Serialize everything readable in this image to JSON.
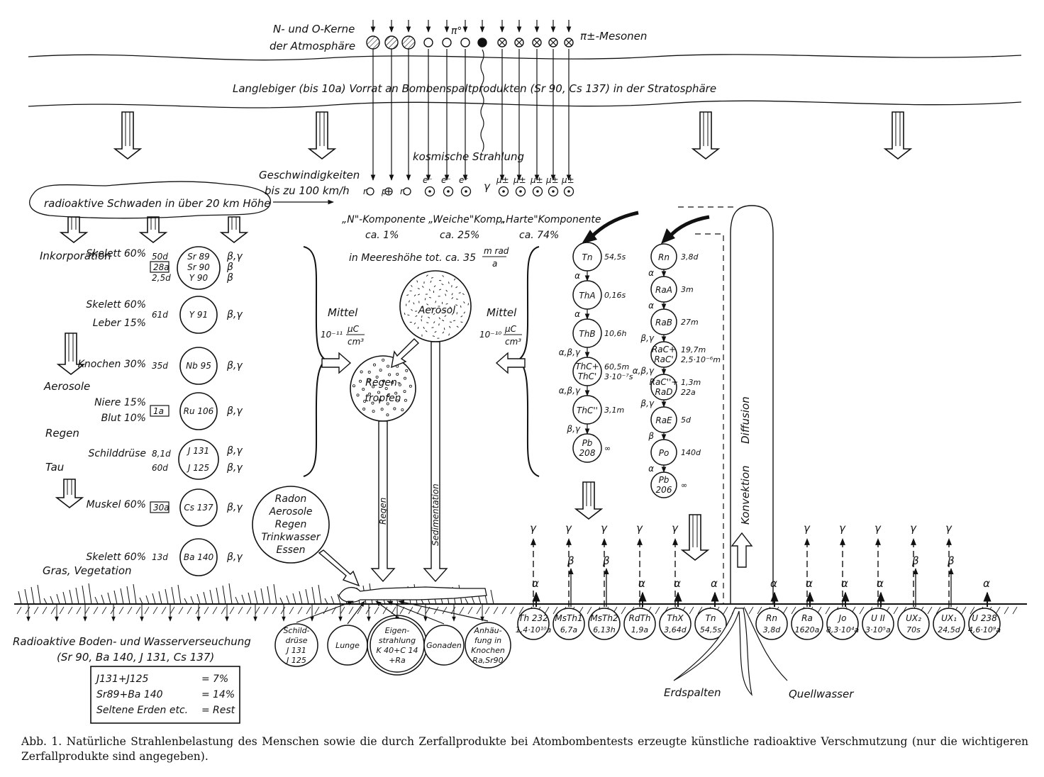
{
  "top": {
    "nuclei_line1": "N- und O-Kerne",
    "nuclei_line2": "der Atmosphäre",
    "pi0": "π°",
    "mesons": "π±-Mesonen",
    "stratosphere": "Langlebiger (bis 10a) Vorrat an Bombenspaltprodukten (Sr 90, Cs 137) in der Stratosphäre",
    "cosmic": "kosmische Strahlung",
    "speed_line1": "Geschwindigkeiten",
    "speed_line2": "bis zu 100 km/h",
    "cloud": "radioaktive Schwaden in über 20 km Höhe",
    "particles": [
      "n",
      "p",
      "n",
      "e⁻",
      "e⁻",
      "e⁺",
      "γ",
      "μ±",
      "μ±",
      "μ±",
      "μ±",
      "μ±"
    ],
    "components": [
      {
        "name": "„N\"-Komponente",
        "share": "ca. 1%"
      },
      {
        "name": "„Weiche\"Komp.",
        "share": "ca. 25%"
      },
      {
        "name": "„Harte\"Komponente",
        "share": "ca. 74%"
      }
    ],
    "sea_level": "in Meereshöhe tot. ca. 35",
    "sea_unit_top": "m rad",
    "sea_unit_bottom": "a"
  },
  "left": {
    "labels": [
      "Inkorporation",
      "Aerosole",
      "Regen",
      "Tau",
      "Gras, Vegetation"
    ],
    "organs": [
      {
        "organ": "Skelett 60%",
        "time": "50d",
        "box": "28a",
        "time2": "2,5d",
        "isotopes": [
          "Sr 89",
          "Sr 90",
          "Y 90"
        ],
        "rays": [
          "β,γ",
          "β",
          "β"
        ]
      },
      {
        "organ": "Skelett 60%",
        "organ2": "Leber 15%",
        "time": "61d",
        "isotopes": [
          "Y 91"
        ],
        "rays": [
          "β,γ"
        ]
      },
      {
        "organ": "Knochen 30%",
        "time": "35d",
        "isotopes": [
          "Nb 95"
        ],
        "rays": [
          "β,γ"
        ]
      },
      {
        "organ": "Niere 15%",
        "organ2": "Blut 10%",
        "box": "1a",
        "isotopes": [
          "Ru 106"
        ],
        "rays": [
          "β,γ"
        ]
      },
      {
        "organ": "Schilddrüse",
        "time": "8,1d",
        "time2": "60d",
        "isotopes": [
          "J 131",
          "J 125"
        ],
        "rays": [
          "β,γ",
          "β,γ"
        ]
      },
      {
        "organ": "Muskel 60%",
        "box": "30a",
        "isotopes": [
          "Cs 137"
        ],
        "rays": [
          "β,γ"
        ]
      },
      {
        "organ": "Skelett 60%",
        "time": "13d",
        "isotopes": [
          "Ba 140"
        ],
        "rays": [
          "β,γ"
        ]
      }
    ],
    "contamination_line1": "Radioaktive Boden- und Wasserverseuchung",
    "contamination_line2": "(Sr 90, Ba 140, J 131, Cs 137)",
    "table": [
      {
        "label": "J131+J125",
        "eq": "=",
        "value": "7%"
      },
      {
        "label": "Sr89+Ba 140",
        "eq": "=",
        "value": "14%"
      },
      {
        "label": "Seltene Erden etc.",
        "eq": "=",
        "value": "Rest"
      }
    ]
  },
  "center": {
    "mittel": "Mittel",
    "mittel_left_value": "10⁻¹¹",
    "mittel_right_value": "10⁻¹⁰",
    "unit_top": "μC",
    "unit_bottom": "cm³",
    "aerosol": "Aerosol",
    "rain_line1": "Regen-",
    "rain_line2": "tropfen",
    "regen": "Regen",
    "sedimentation": "Sedimentation",
    "sources": [
      "Radon",
      "Aerosole",
      "Regen",
      "Trinkwasser",
      "Essen"
    ],
    "body_circles": [
      {
        "lines": [
          "Schild-",
          "drüse",
          "J 131",
          "J 125"
        ]
      },
      {
        "lines": [
          "Lunge"
        ]
      },
      {
        "lines": [
          "Eigen-",
          "strahlung",
          "K 40+C 14",
          "+Ra"
        ]
      },
      {
        "lines": [
          "Gonaden"
        ]
      },
      {
        "lines": [
          "Anhäu-",
          "fung in",
          "Knochen",
          "Ra,Sr90"
        ]
      }
    ]
  },
  "thorium": {
    "chain": [
      {
        "name": "Tn",
        "half": "54,5s"
      },
      {
        "name": "ThA",
        "half": "0,16s"
      },
      {
        "name": "ThB",
        "half": "10,6h"
      },
      {
        "name": "ThC+ ThC'",
        "half": "60,5m",
        "half2": "3·10⁻⁷s"
      },
      {
        "name": "ThC''",
        "half": "3,1m"
      },
      {
        "name": "Pb 208",
        "half": "∞"
      }
    ],
    "decays": [
      "α",
      "α",
      "α,β,γ",
      "α,β,γ",
      "β,γ"
    ],
    "ground": [
      {
        "name": "Th 232",
        "half": "1,4·10¹⁰a"
      },
      {
        "name": "MsTh1",
        "half": "6,7a"
      },
      {
        "name": "MsTh2",
        "half": "6,13h"
      },
      {
        "name": "RdTh",
        "half": "1,9a"
      },
      {
        "name": "ThX",
        "half": "3,64d"
      },
      {
        "name": "Tn",
        "half": "54,5s"
      }
    ]
  },
  "radium": {
    "chain": [
      {
        "name": "Rn",
        "half": "3,8d"
      },
      {
        "name": "RaA",
        "half": "3m"
      },
      {
        "name": "RaB",
        "half": "27m"
      },
      {
        "name": "RaC+ RaC'",
        "half": "19,7m",
        "half2": "2,5·10⁻⁶m"
      },
      {
        "name": "RaC''+ RaD",
        "half": "1,3m",
        "half2": "22a"
      },
      {
        "name": "RaE",
        "half": "5d"
      },
      {
        "name": "Po",
        "half": "140d"
      },
      {
        "name": "Pb 206",
        "half": "∞"
      }
    ],
    "decays": [
      "α",
      "α",
      "β,γ",
      "α,β,γ",
      "β,γ",
      "β",
      "α"
    ],
    "ground": [
      {
        "name": "Rn",
        "half": "3,8d"
      },
      {
        "name": "Ra",
        "half": "1620a"
      },
      {
        "name": "Jo",
        "half": "8,3·10⁴a"
      },
      {
        "name": "U II",
        "half": "3·10⁵a"
      },
      {
        "name": "UX₂",
        "half": "70s"
      },
      {
        "name": "UX₁",
        "half": "24,5d"
      },
      {
        "name": "U 238",
        "half": "4,6·10⁹a"
      }
    ]
  },
  "right": {
    "konvektion": "Konvektion",
    "diffusion": "Diffusion",
    "erdspalten": "Erdspalten",
    "quellwasser": "Quellwasser"
  },
  "caption": "Abb. 1. Natürliche Strahlenbelastung des Menschen sowie die durch Zerfallprodukte bei Atombombentests erzeugte künstliche radioaktive Verschmutzung (nur die wichtigeren Zerfallprodukte sind angegeben)."
}
